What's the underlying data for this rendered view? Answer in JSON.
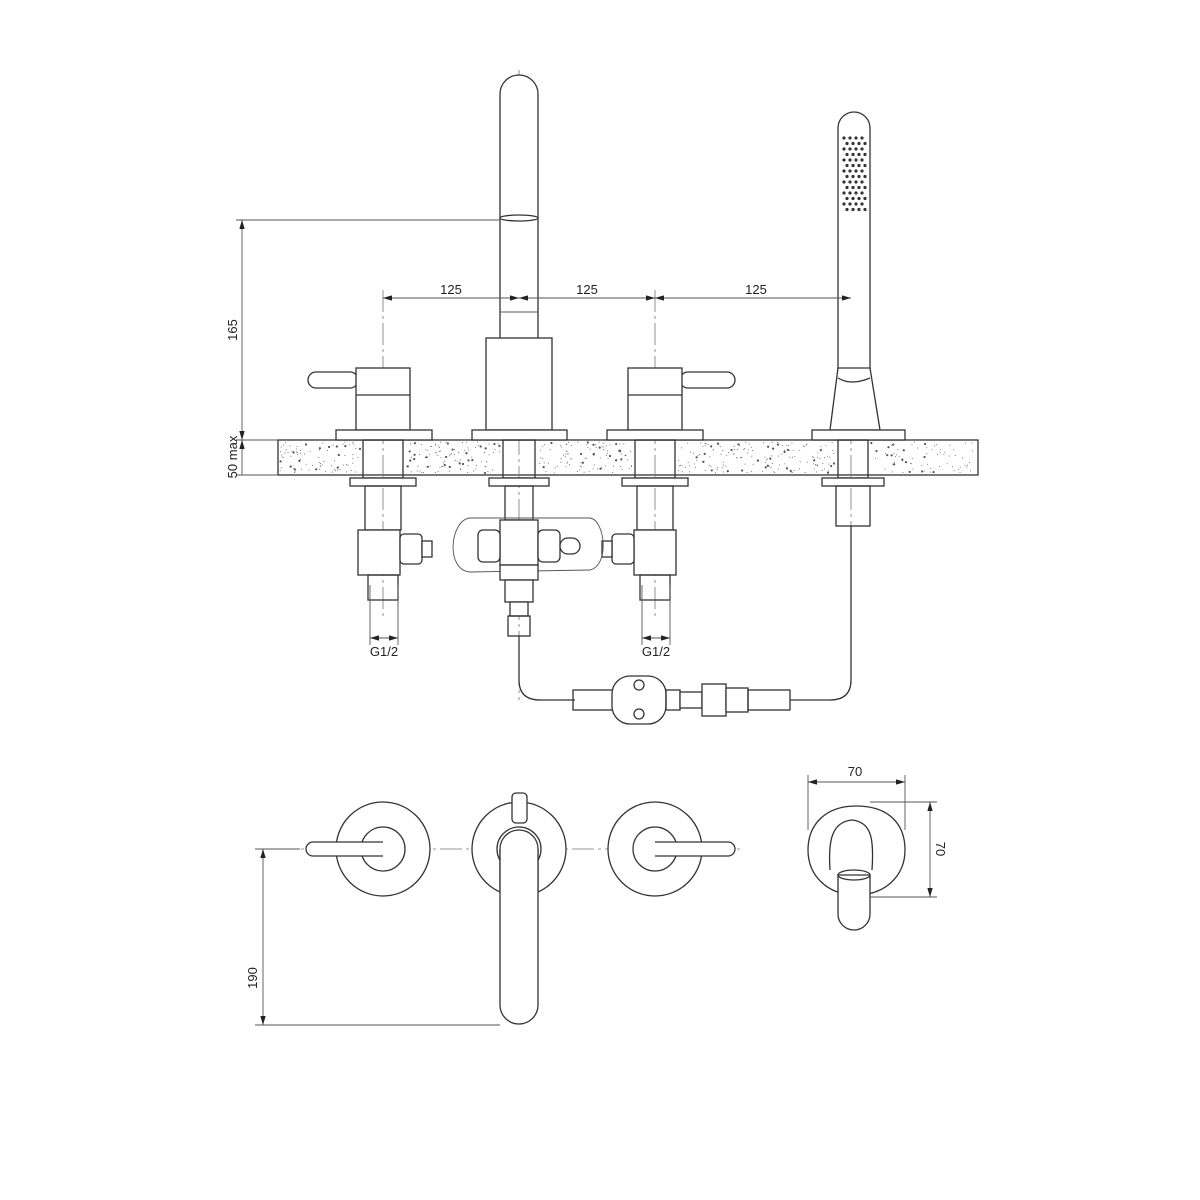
{
  "drawing": {
    "title": "Deck-mounted bath shower mixer, 4-hole",
    "dimensions": {
      "spacing_1": "125",
      "spacing_2": "125",
      "spacing_3": "125",
      "spout_height": "165",
      "deck_thickness": "50 max",
      "inlet_left": "G1/2",
      "inlet_right": "G1/2",
      "holder_width": "70",
      "holder_depth": "70",
      "spout_reach": "190"
    },
    "colors": {
      "line": "#333333",
      "speckle": "#555555"
    }
  }
}
